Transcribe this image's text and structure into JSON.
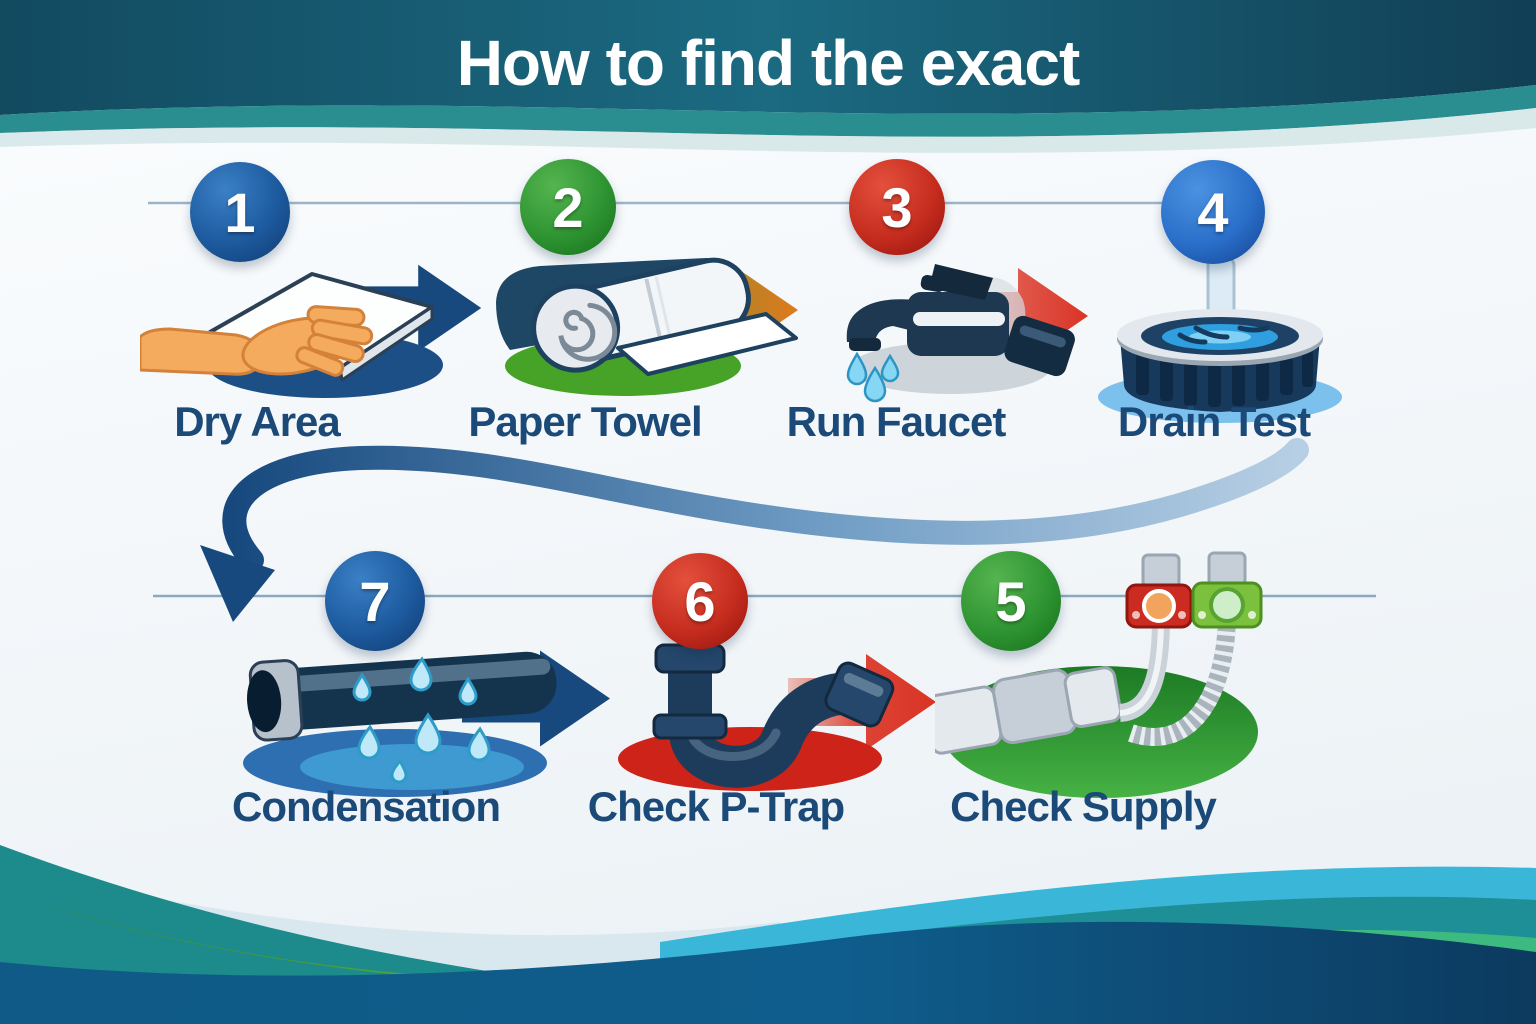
{
  "title": "How to find the exact",
  "steps": [
    {
      "number": "1",
      "label": "Dry Area",
      "icon": "hand-wipe-icon",
      "badge_color": "#1d5a9e"
    },
    {
      "number": "2",
      "label": "Paper Towel",
      "icon": "paper-towel-roll-icon",
      "badge_color": "#2e9432"
    },
    {
      "number": "3",
      "label": "Run Faucet",
      "icon": "faucet-drip-icon",
      "badge_color": "#c62d1f"
    },
    {
      "number": "4",
      "label": "Drain Test",
      "icon": "floor-drain-icon",
      "badge_color": "#2a6fc9"
    },
    {
      "number": "5",
      "label": "Check Supply",
      "icon": "supply-hoses-valves-icon",
      "badge_color": "#2e9432"
    },
    {
      "number": "6",
      "label": "Check P-Trap",
      "icon": "p-trap-pipe-icon",
      "badge_color": "#c62d1f"
    },
    {
      "number": "7",
      "label": "Condensation",
      "icon": "dripping-pipe-icon",
      "badge_color": "#1d5a9e"
    }
  ],
  "connectors": [
    {
      "between": [
        "Dry Area",
        "Paper Towel"
      ],
      "style": "straight-right",
      "color": "#17497e"
    },
    {
      "between": [
        "Paper Towel",
        "Run Faucet"
      ],
      "style": "straight-right",
      "color": "#df7a1c"
    },
    {
      "between": [
        "Run Faucet",
        "Drain Test"
      ],
      "style": "straight-right",
      "color": "#d93425"
    },
    {
      "between": [
        "Drain Test",
        "Condensation"
      ],
      "style": "curved-down-left",
      "color": "#17497e"
    },
    {
      "between": [
        "Condensation",
        "Check P-Trap"
      ],
      "style": "straight-right",
      "color": "#17497e"
    },
    {
      "between": [
        "Check P-Trap",
        "Check Supply"
      ],
      "style": "straight-right",
      "color": "#d93425"
    }
  ],
  "colors": {
    "banner_dark": "#175d74",
    "banner_teal": "#2a8d8f",
    "label_text": "#1b4a78",
    "background": "#f4f7f9",
    "bottom_cyan": "#3ab7d8",
    "bottom_teal": "#1e8f96",
    "bottom_mint_green": "#3dba7f",
    "bottom_lime_green": "#58ab33",
    "bottom_navy": "#0d3f69"
  }
}
